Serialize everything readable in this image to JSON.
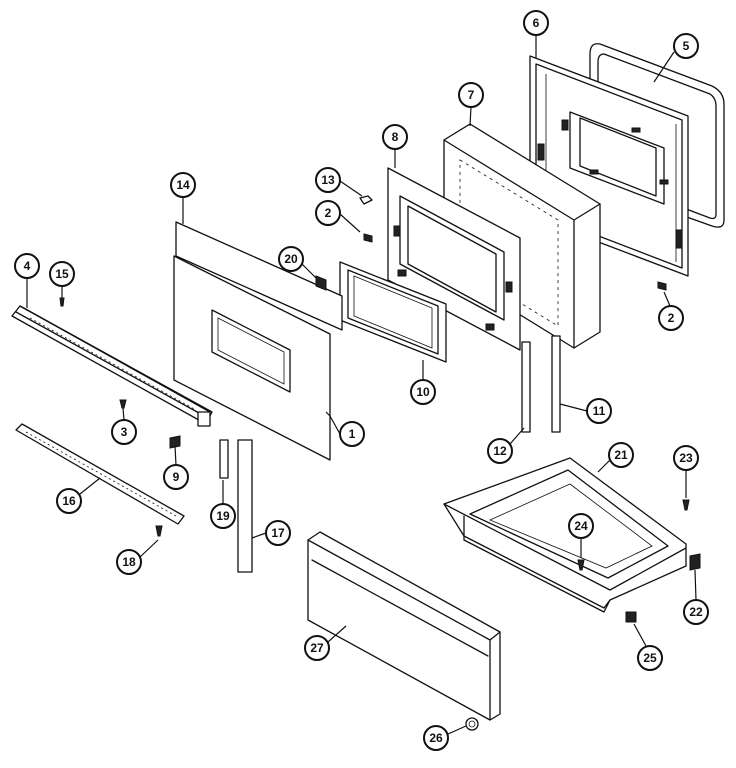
{
  "callouts": [
    {
      "key": "c1",
      "label": "1"
    },
    {
      "key": "c2a",
      "label": "2"
    },
    {
      "key": "c2b",
      "label": "2"
    },
    {
      "key": "c3",
      "label": "3"
    },
    {
      "key": "c4",
      "label": "4"
    },
    {
      "key": "c5",
      "label": "5"
    },
    {
      "key": "c6",
      "label": "6"
    },
    {
      "key": "c7",
      "label": "7"
    },
    {
      "key": "c8",
      "label": "8"
    },
    {
      "key": "c9",
      "label": "9"
    },
    {
      "key": "c10",
      "label": "10"
    },
    {
      "key": "c11",
      "label": "11"
    },
    {
      "key": "c12",
      "label": "12"
    },
    {
      "key": "c13",
      "label": "13"
    },
    {
      "key": "c14",
      "label": "14"
    },
    {
      "key": "c15",
      "label": "15"
    },
    {
      "key": "c16",
      "label": "16"
    },
    {
      "key": "c17",
      "label": "17"
    },
    {
      "key": "c18",
      "label": "18"
    },
    {
      "key": "c19",
      "label": "19"
    },
    {
      "key": "c20",
      "label": "20"
    },
    {
      "key": "c21",
      "label": "21"
    },
    {
      "key": "c22",
      "label": "22"
    },
    {
      "key": "c23",
      "label": "23"
    },
    {
      "key": "c24",
      "label": "24"
    },
    {
      "key": "c25",
      "label": "25"
    },
    {
      "key": "c26",
      "label": "26"
    },
    {
      "key": "c27",
      "label": "27"
    }
  ]
}
